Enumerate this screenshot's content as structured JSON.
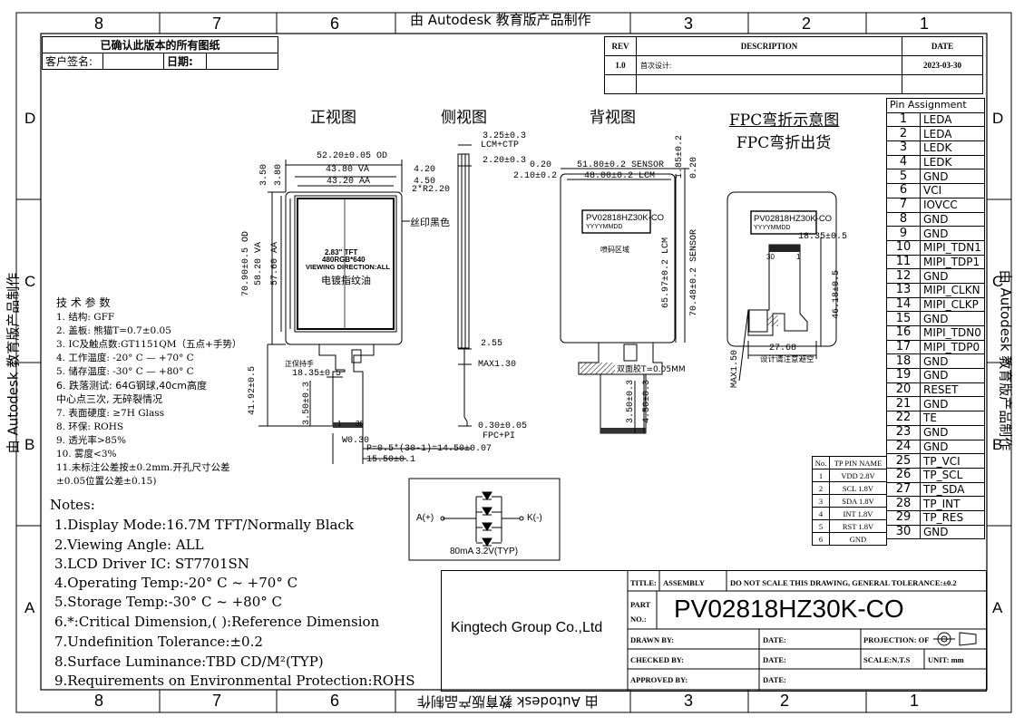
{
  "frame": {
    "col_labels": [
      "8",
      "7",
      "6",
      "3",
      "2",
      "1"
    ],
    "row_labels": [
      "D",
      "C",
      "B",
      "A"
    ],
    "watermark": "由 Autodesk 教育版产品制作"
  },
  "customer_box": {
    "title": "已确认此版本的所有图纸",
    "customer_label": "客户签名:",
    "date_label": "日期:"
  },
  "revision": {
    "rev_header": "REV",
    "desc_header": "DESCRIPTION",
    "date_header": "DATE",
    "rev": "1.0",
    "desc": "首次设计:",
    "date": "2023-03-30"
  },
  "views": {
    "front": "正视图",
    "side": "侧视图",
    "back": "背视图",
    "fpc_bend": "FPC弯折示意图",
    "fpc_ship": "FPC弯折出货"
  },
  "front_view": {
    "od_w": "52.20±0.05 OD",
    "va_w": "43.80 VA",
    "aa_w": "43.20 AA",
    "d420": "4.20",
    "d450": "4.50",
    "r220": "2*R2.20",
    "d350": "3.50",
    "d380": "3.80",
    "od_h": "70.90±0.5 OD",
    "va_h": "58.20 VA",
    "aa_h": "57.60 AA",
    "silk": "丝印黑色",
    "tft": "2.83\" TFT",
    "res": "480RGB*640",
    "viewing": "VIEWING DIRECTION:ALL",
    "plating": "电镀指纹油",
    "stiff": "正保持手",
    "d1835": "18.35±0.5",
    "d4192": "41.92±0.5",
    "d350b": "3.50±0.3",
    "pin1": "1",
    "pin30": "30",
    "w030": "W0.30",
    "pitch": "P=0.5*(30-1)=14.50±0.07",
    "d1550": "15.50±0.1"
  },
  "side_view": {
    "d325": "3.25±0.3",
    "lcm_ctp": "LCM+CTP",
    "d220": "2.20±0.3",
    "d255": "2.55",
    "max130": "MAX1.30",
    "d030": "0.30±0.05",
    "fpc_pi": "FPC+PI"
  },
  "back_view": {
    "d020": "0.20",
    "d210": "2.10±0.2",
    "sensor_w": "51.80±0.2 SENSOR",
    "lcm_w": "48.00±0.2 LCM",
    "d185": "1.85±0.2",
    "d020b": "0.20",
    "label_code": "PV02818HZ30K-CO",
    "yymmdd": "YYYYMMDD",
    "spray": "喷码区域",
    "lcm_h": "65.97±0.2 LCM",
    "sensor_h": "70.48±0.2 SENSOR",
    "double": "双面胶T=0.05MM",
    "d350": "3.50±0.3",
    "d450": "4.50±0.3"
  },
  "fpc_view": {
    "label_code": "PV02818HZ30K-CO",
    "yymmdd": "YYYYMMDD",
    "d1835": "18.35±0.5",
    "pin30": "30",
    "pin1": "1",
    "d4618": "46.18±0.5",
    "d2768": "27.68",
    "note": "设计请注意避空",
    "max150": "MAX1.50"
  },
  "tech": {
    "title": "技 术 参 数",
    "items": [
      "1. 结构: GFF",
      "2. 盖板: 熊猫T=0.7±0.05",
      "3. IC及触点数:GT1151QM（五点+手势）",
      "4. 工作温度: -20° C — +70° C",
      "5. 储存温度: -30° C — +80° C",
      "6. 跌落测试: 64G钢球,40cm高度",
      "中心点三次, 无碎裂情况",
      "7. 表面硬度: ≥7H Glass",
      "8. 环保: ROHS",
      "9. 透光率>85%",
      "10. 雾度<3%",
      "11.未标注公差按±0.2mm.开孔尺寸公差",
      "±0.05位置公差±0.15)"
    ]
  },
  "notes": {
    "title": "Notes:",
    "items": [
      "1.Display Mode:16.7M TFT/Normally Black",
      "2.Viewing Angle: ALL",
      "3.LCD Driver IC: ST7701SN",
      "4.Operating Temp:-20° C ~ +70° C",
      "5.Storage Temp:-30° C ~ +80° C",
      "6.*:Critical Dimension,( ):Reference Dimension",
      "7.Undefinition Tolerance:±0.2",
      "8.Surface  Luminance:TBD CD/M²(TYP)",
      "9.Requirements on Environmental Protection:ROHS"
    ]
  },
  "led_circuit": {
    "anode": "A(+)",
    "cathode": "K(-)",
    "spec": "80mA 3.2V(TYP)"
  },
  "pin_assignment": {
    "header": "Pin Assignment",
    "pins": [
      [
        "1",
        "LEDA"
      ],
      [
        "2",
        "LEDA"
      ],
      [
        "3",
        "LEDK"
      ],
      [
        "4",
        "LEDK"
      ],
      [
        "5",
        "GND"
      ],
      [
        "6",
        "VCI"
      ],
      [
        "7",
        "IOVCC"
      ],
      [
        "8",
        "GND"
      ],
      [
        "9",
        "GND"
      ],
      [
        "10",
        "MIPI_TDN1"
      ],
      [
        "11",
        "MIPI_TDP1"
      ],
      [
        "12",
        "GND"
      ],
      [
        "13",
        "MIPI_CLKN"
      ],
      [
        "14",
        "MIPI_CLKP"
      ],
      [
        "15",
        "GND"
      ],
      [
        "16",
        "MIPI_TDN0"
      ],
      [
        "17",
        "MIPI_TDP0"
      ],
      [
        "18",
        "GND"
      ],
      [
        "19",
        "GND"
      ],
      [
        "20",
        "RESET"
      ],
      [
        "21",
        "GND"
      ],
      [
        "22",
        "TE"
      ],
      [
        "23",
        "GND"
      ],
      [
        "24",
        "GND"
      ],
      [
        "25",
        "TP_VCI"
      ],
      [
        "26",
        "TP_SCL"
      ],
      [
        "27",
        "TP_SDA"
      ],
      [
        "28",
        "TP_INT"
      ],
      [
        "29",
        "TP_RES"
      ],
      [
        "30",
        "GND"
      ]
    ]
  },
  "tp_pins": {
    "no_header": "No.",
    "name_header": "TP PIN NAME",
    "rows": [
      [
        "1",
        "VDD 2.8V"
      ],
      [
        "2",
        "SCL 1.8V"
      ],
      [
        "3",
        "SDA 1.8V"
      ],
      [
        "4",
        "INT 1.8V"
      ],
      [
        "5",
        "RST 1.8V"
      ],
      [
        "6",
        "GND"
      ]
    ]
  },
  "title_block": {
    "company": "Kingtech Group Co.,Ltd",
    "title_label": "TITLE:",
    "title_value": "ASSEMBLY",
    "tolerance": "DO NOT SCALE THIS DRAWING, GENERAL TOLERANCE:±0.2",
    "part_label": "PART",
    "no_label": "NO.:",
    "part_no": "PV02818HZ30K-CO",
    "drawn": "DRAWN BY:",
    "checked": "CHECKED BY:",
    "approved": "APPROVED BY:",
    "date1": "DATE:",
    "date2": "DATE:",
    "date3": "DATE:",
    "projection": "PROJECTION: OF",
    "scale": "SCALE:N.T.S",
    "unit": "UNIT:  mm"
  }
}
